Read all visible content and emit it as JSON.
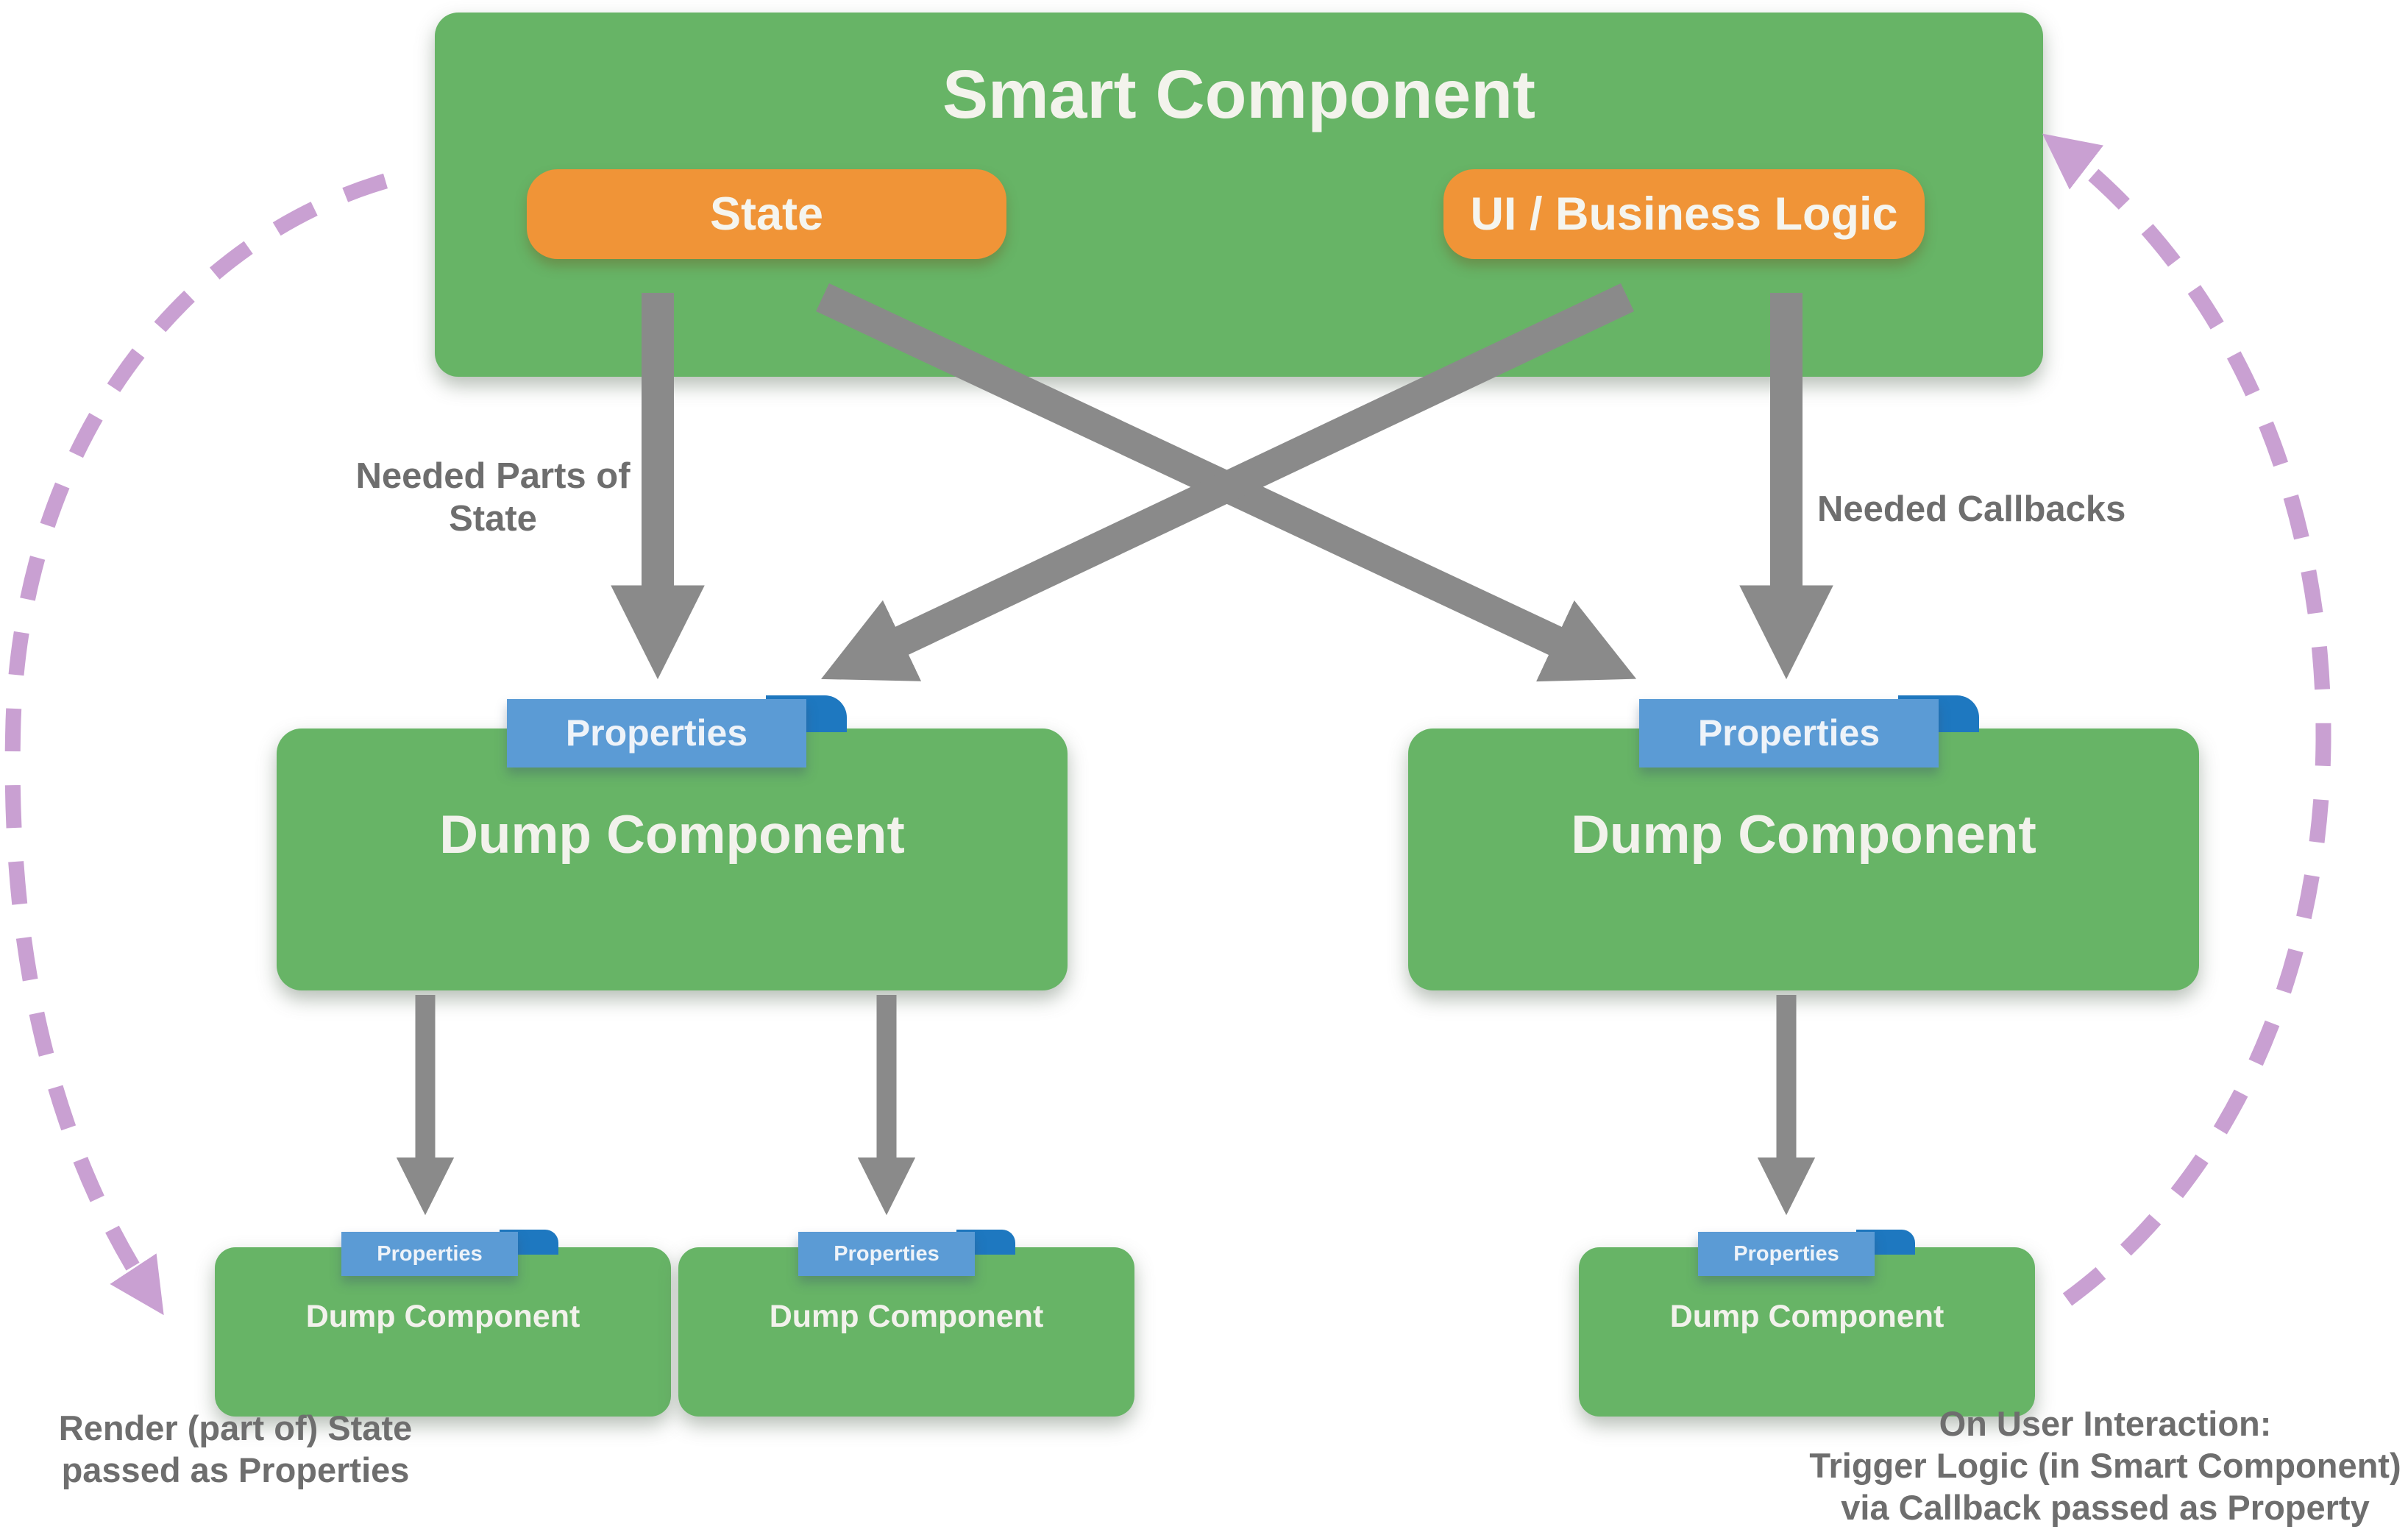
{
  "diagram": {
    "smart": {
      "title": "Smart Component",
      "state_label": "State",
      "ui_label": "UI / Business Logic"
    },
    "arrow_labels": {
      "needed_parts_lines": [
        "Needed Parts of",
        "State"
      ],
      "needed_callbacks": "Needed Callbacks"
    },
    "mid_components": [
      {
        "tab": "Properties",
        "title": "Dump Component"
      },
      {
        "tab": "Properties",
        "title": "Dump Component"
      }
    ],
    "small_components": [
      {
        "tab": "Properties",
        "title": "Dump Component"
      },
      {
        "tab": "Properties",
        "title": "Dump Component"
      },
      {
        "tab": "Properties",
        "title": "Dump Component"
      }
    ],
    "captions": {
      "render_lines": [
        "Render (part of) State",
        "passed as Properties"
      ],
      "interaction_lines": [
        "On User Interaction:",
        "Trigger Logic (in Smart Component)",
        "via Callback passed as Property"
      ]
    },
    "colors": {
      "box_green": "#67b466",
      "pill_orange": "#f09437",
      "tab_blue": "#5b9bd5",
      "tab_fold_blue": "#1e78c0",
      "arrow_gray": "#8a8a8a",
      "label_gray": "#6e6e6e",
      "dashed_purple": "#c9a0d2"
    }
  }
}
